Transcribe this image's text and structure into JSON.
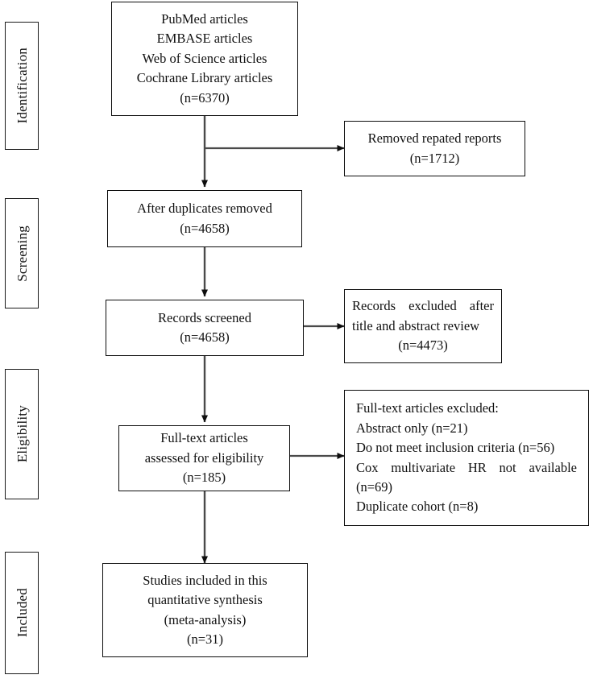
{
  "diagram": {
    "type": "prisma-flow-diagram",
    "line_color": "#0d0d0d",
    "box_fill": "#ffffff",
    "stages": [
      {
        "id": "identification",
        "label": "Identification"
      },
      {
        "id": "screening",
        "label": "Screening"
      },
      {
        "id": "eligibility",
        "label": "Eligibility"
      },
      {
        "id": "included",
        "label": "Included"
      }
    ],
    "nodes": {
      "records_identified": {
        "line1": "PubMed articles",
        "line2": "EMBASE articles",
        "line3": "Web of Science articles",
        "line4": "Cochrane Library articles",
        "line5": "(n=6370)"
      },
      "removed_repeated": {
        "line1": "Removed repated reports",
        "line2": "(n=1712)"
      },
      "after_duplicates": {
        "line1": "After duplicates removed",
        "line2": "(n=4658)"
      },
      "records_screened": {
        "line1": "Records screened",
        "line2": "(n=4658)"
      },
      "records_excluded": {
        "line1": "Records excluded after",
        "line2": "title and abstract review",
        "line3": "(n=4473)"
      },
      "fulltext_assessed": {
        "line1": "Full-text articles",
        "line2": "assessed for eligibility",
        "line3": "(n=185)"
      },
      "fulltext_excluded": {
        "line1": "Full-text articles excluded:",
        "line2": "Abstract only (n=21)",
        "line3": "Do not meet inclusion criteria (n=56)",
        "line4": "Cox multivariate HR not available",
        "line5": "(n=69)",
        "line6": "Duplicate cohort (n=8)"
      },
      "studies_included": {
        "line1": "Studies included in this",
        "line2": "quantitative synthesis",
        "line3": "(meta-analysis)",
        "line4": "(n=31)"
      }
    }
  }
}
